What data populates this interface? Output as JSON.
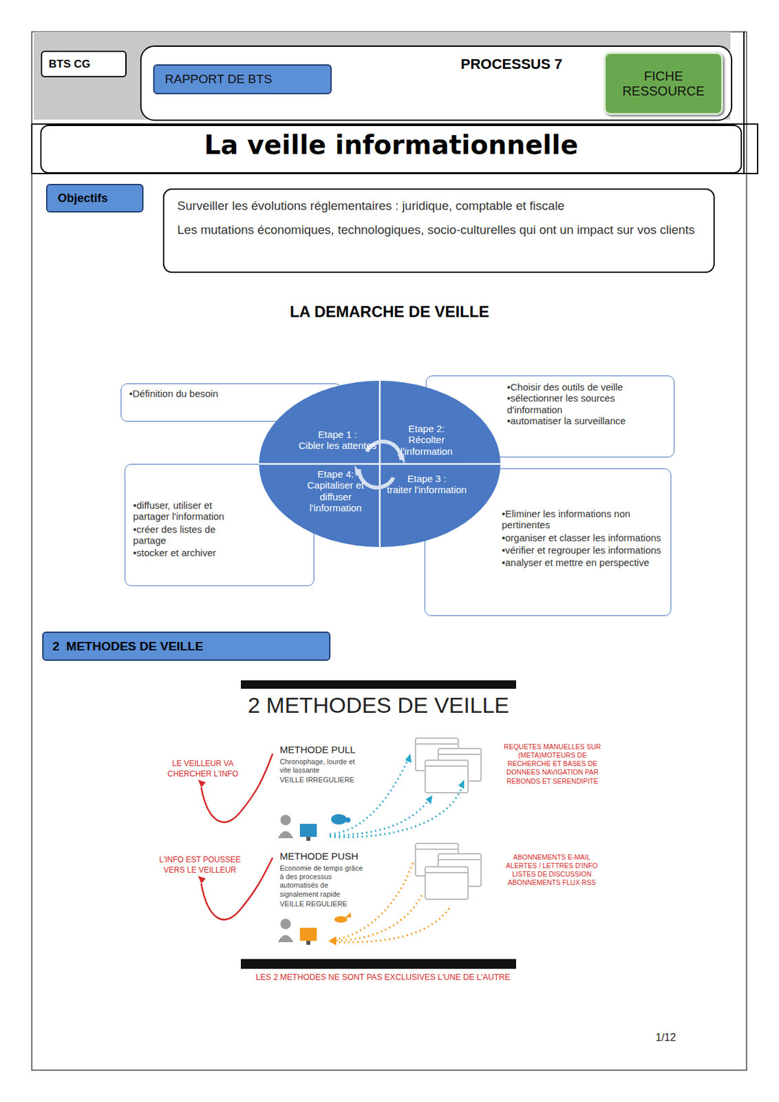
{
  "diagram": {
    "title": "La veille informationnelle",
    "nodes": [
      {
        "text": [
          "BTS CG"
        ]
      },
      {
        "text": [
          "PROCESSUS 7"
        ]
      },
      {
        "text": [
          "RAPPORT DE BTS"
        ],
        "in": 1
      },
      {
        "text": [
          "FICHE RESSOURCE"
        ],
        "in": 1
      },
      {
        "text": [
          "Objectifs"
        ]
      },
      {
        "text": [
          "Surveiller les évolutions réglementaires : juridique, comptable et fiscale",
          "Les mutations économiques, technologiques, socio-culturelles qui ont un impact sur vos clients"
        ]
      },
      {
        "text": [
          "•Définition du besoin"
        ]
      },
      {
        "text": [
          "•Choisir des outils de veille",
          "•sélectionner les sources d'information",
          "•automatiser la surveillance"
        ]
      },
      {
        "text": [
          "Etape 1 :",
          "Cibler les attentes"
        ]
      },
      {
        "text": [
          "Etape 2:",
          "Récolter l'information"
        ]
      },
      {
        "text": [
          "Etape 4:",
          "Capitaliser et diffuser l'information"
        ]
      },
      {
        "text": [
          "Etape 3 :",
          "traiter l'information"
        ]
      },
      {
        "text": [
          "•diffuser, utiliser et partager l'information",
          "•créer des listes de partage",
          "•stocker et archiver"
        ]
      },
      {
        "text": [
          "•Eliminer les informations non pertinentes",
          "•organiser et classer les informations",
          "•vérifier et regrouper les informations",
          "•analyser et mettre en perspective"
        ]
      },
      {
        "text": [
          "2  METHODES DE VEILLE"
        ]
      }
    ],
    "labels": [
      "LA DEMARCHE DE VEILLE",
      "2 METHODES DE VEILLE",
      "LE VEILLEUR VA CHERCHER L'INFO",
      "METHODE PULL",
      "Chronophage, lourde et vite lassante",
      "VEILLE IRREGULIERE",
      "REQUETES MANUELLES SUR (META)MOTEURS DE RECHERCHE ET BASES DE DONNEES NAVIGATION PAR REBONDS ET SERENDIPITE",
      "L'INFO EST POUSSEE VERS LE VEILLEUR",
      "METHODE PUSH",
      "Economie de temps grâce à des processus automatisés de signalement rapide",
      "VEILLE REGULIERE",
      "ABONNEMENTS E-MAIL ALERTES / LETTRES D'INFO LISTES DE DISCUSSION ABONNEMENTS FLUX RSS",
      "LES 2 METHODES NE SONT PAS EXCLUSIVES L'UNE DE L'AUTRE",
      "1/12"
    ]
  }
}
